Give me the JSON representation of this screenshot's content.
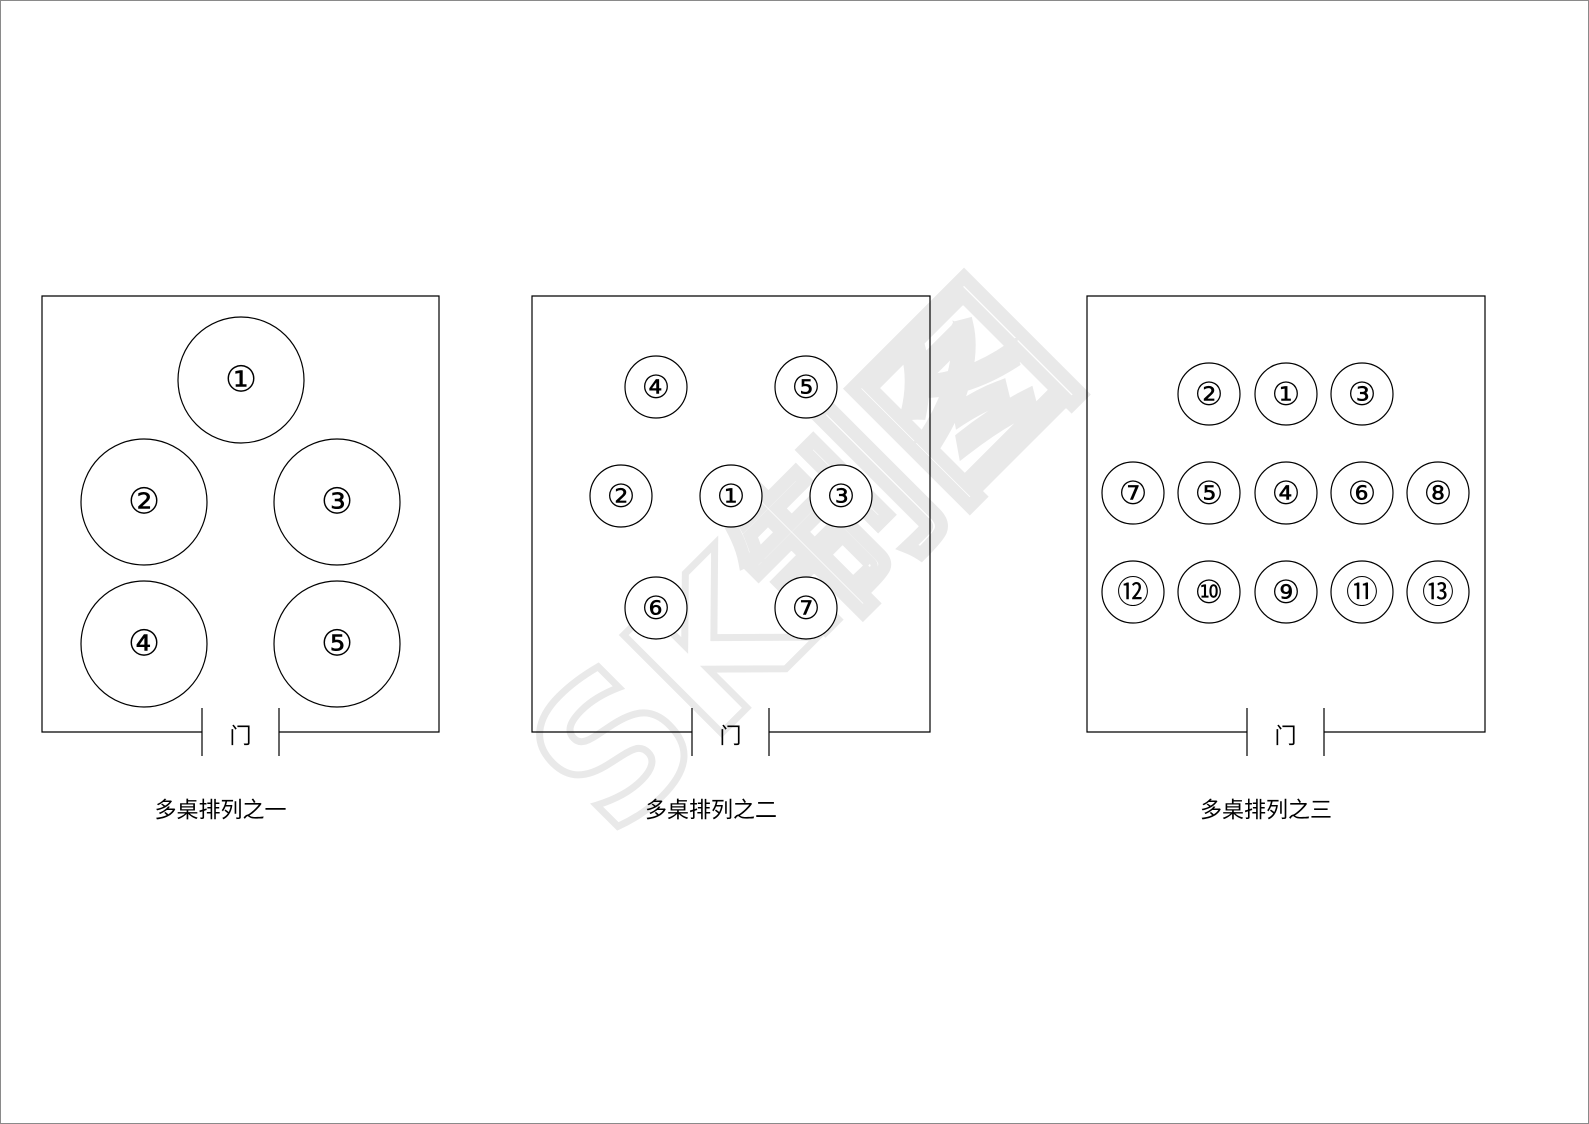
{
  "watermark": {
    "text": "SK制图"
  },
  "diagrams": [
    {
      "id": "layout-1",
      "caption": "多桌排列之一",
      "door_label": "门",
      "tables": [
        {
          "label": "①"
        },
        {
          "label": "②"
        },
        {
          "label": "③"
        },
        {
          "label": "④"
        },
        {
          "label": "⑤"
        }
      ]
    },
    {
      "id": "layout-2",
      "caption": "多桌排列之二",
      "door_label": "门",
      "tables": [
        {
          "label": "④"
        },
        {
          "label": "⑤"
        },
        {
          "label": "②"
        },
        {
          "label": "①"
        },
        {
          "label": "③"
        },
        {
          "label": "⑥"
        },
        {
          "label": "⑦"
        }
      ]
    },
    {
      "id": "layout-3",
      "caption": "多桌排列之三",
      "door_label": "门",
      "tables": [
        {
          "label": "②"
        },
        {
          "label": "①"
        },
        {
          "label": "③"
        },
        {
          "label": "⑦"
        },
        {
          "label": "⑤"
        },
        {
          "label": "④"
        },
        {
          "label": "⑥"
        },
        {
          "label": "⑧"
        },
        {
          "label": "⑫"
        },
        {
          "label": "⑩"
        },
        {
          "label": "⑨"
        },
        {
          "label": "⑪"
        },
        {
          "label": "⑬"
        }
      ]
    }
  ]
}
